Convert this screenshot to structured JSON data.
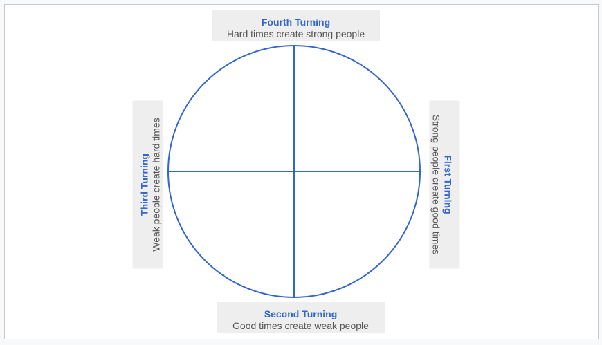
{
  "colors": {
    "accent": "#3366cc",
    "box": "#eeeeee",
    "text": "#555555"
  },
  "turnings": {
    "fourth": {
      "title": "Fourth Turning",
      "subtitle": "Hard times create strong people"
    },
    "first": {
      "title": "First Turning",
      "subtitle": "Strong people create good times"
    },
    "second": {
      "title": "Second Turning",
      "subtitle": "Good times create weak people"
    },
    "third": {
      "title": "Third Turning",
      "subtitle": "Weak people create hard times"
    }
  }
}
